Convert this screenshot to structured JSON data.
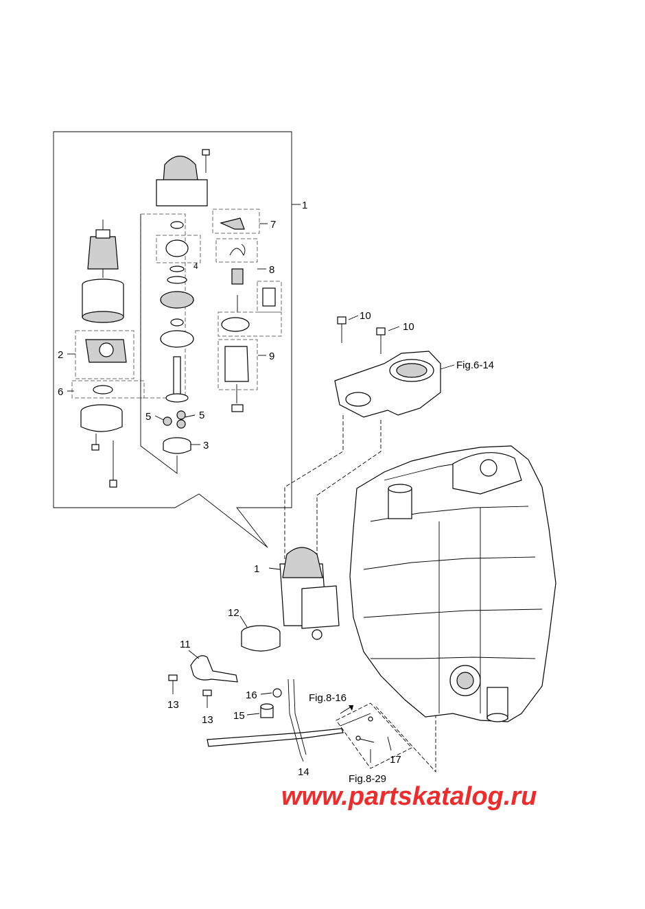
{
  "callouts": {
    "c1_detail": "1",
    "c2": "2",
    "c3": "3",
    "c4": "4",
    "c5a": "5",
    "c5b": "5",
    "c6": "6",
    "c7": "7",
    "c8": "8",
    "c9": "9",
    "c10a": "10",
    "c10b": "10",
    "c1_main": "1",
    "c11": "11",
    "c12": "12",
    "c13a": "13",
    "c13b": "13",
    "c14": "14",
    "c15": "15",
    "c16": "16",
    "c17": "17"
  },
  "references": {
    "fig_6_14": "Fig.6-14",
    "fig_8_16": "Fig.8-16",
    "fig_8_29": "Fig.8-29"
  },
  "watermark": "www.partskatalog.ru",
  "colors": {
    "line": "#000000",
    "watermark": "#ef2b2b",
    "fill": "#ffffff"
  }
}
